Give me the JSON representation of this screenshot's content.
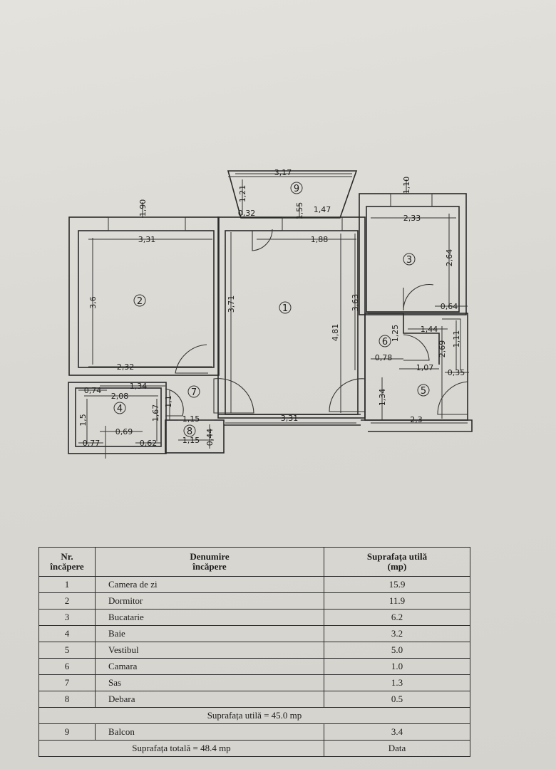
{
  "floor_plan": {
    "room_numbers": [
      "1",
      "2",
      "3",
      "4",
      "5",
      "6",
      "7",
      "8",
      "9"
    ],
    "dimensions": [
      "3,17",
      "1,21",
      "1,10",
      "1,90",
      "1,55",
      "1,47",
      "0,32",
      "3,31",
      "1,88",
      "2,33",
      "2,64",
      "3,6",
      "3,71",
      "3,63",
      "4,81",
      "0,64",
      "1,44",
      "1,25",
      "2,69",
      "1,11",
      "0,78",
      "1,07",
      "0,35",
      "2,32",
      "1,34",
      "0,74",
      "2,08",
      "1,5",
      "1,67",
      "1,1",
      "1,15",
      "0,69",
      "0,77",
      "0,62",
      "1,15",
      "0,44",
      "1,34",
      "3,31",
      "2,3"
    ]
  },
  "table": {
    "headers": {
      "nr": [
        "Nr.",
        "încăpere"
      ],
      "name": [
        "Denumire",
        "încăpere"
      ],
      "area": [
        "Suprafața utilă",
        "(mp)"
      ]
    },
    "rows": [
      {
        "nr": "1",
        "name": "Camera de zi",
        "area": "15.9"
      },
      {
        "nr": "2",
        "name": "Dormitor",
        "area": "11.9"
      },
      {
        "nr": "3",
        "name": "Bucatarie",
        "area": "6.2"
      },
      {
        "nr": "4",
        "name": "Baie",
        "area": "3.2"
      },
      {
        "nr": "5",
        "name": "Vestibul",
        "area": "5.0"
      },
      {
        "nr": "6",
        "name": "Camara",
        "area": "1.0"
      },
      {
        "nr": "7",
        "name": "Sas",
        "area": "1.3"
      },
      {
        "nr": "8",
        "name": "Debara",
        "area": "0.5"
      }
    ],
    "useful_area": "Suprafața utilă = 45.0  mp",
    "balcony": {
      "nr": "9",
      "name": "Balcon",
      "area": "3.4"
    },
    "total_area": "Suprafața totală = 48.4 mp",
    "date_label": "Data"
  }
}
